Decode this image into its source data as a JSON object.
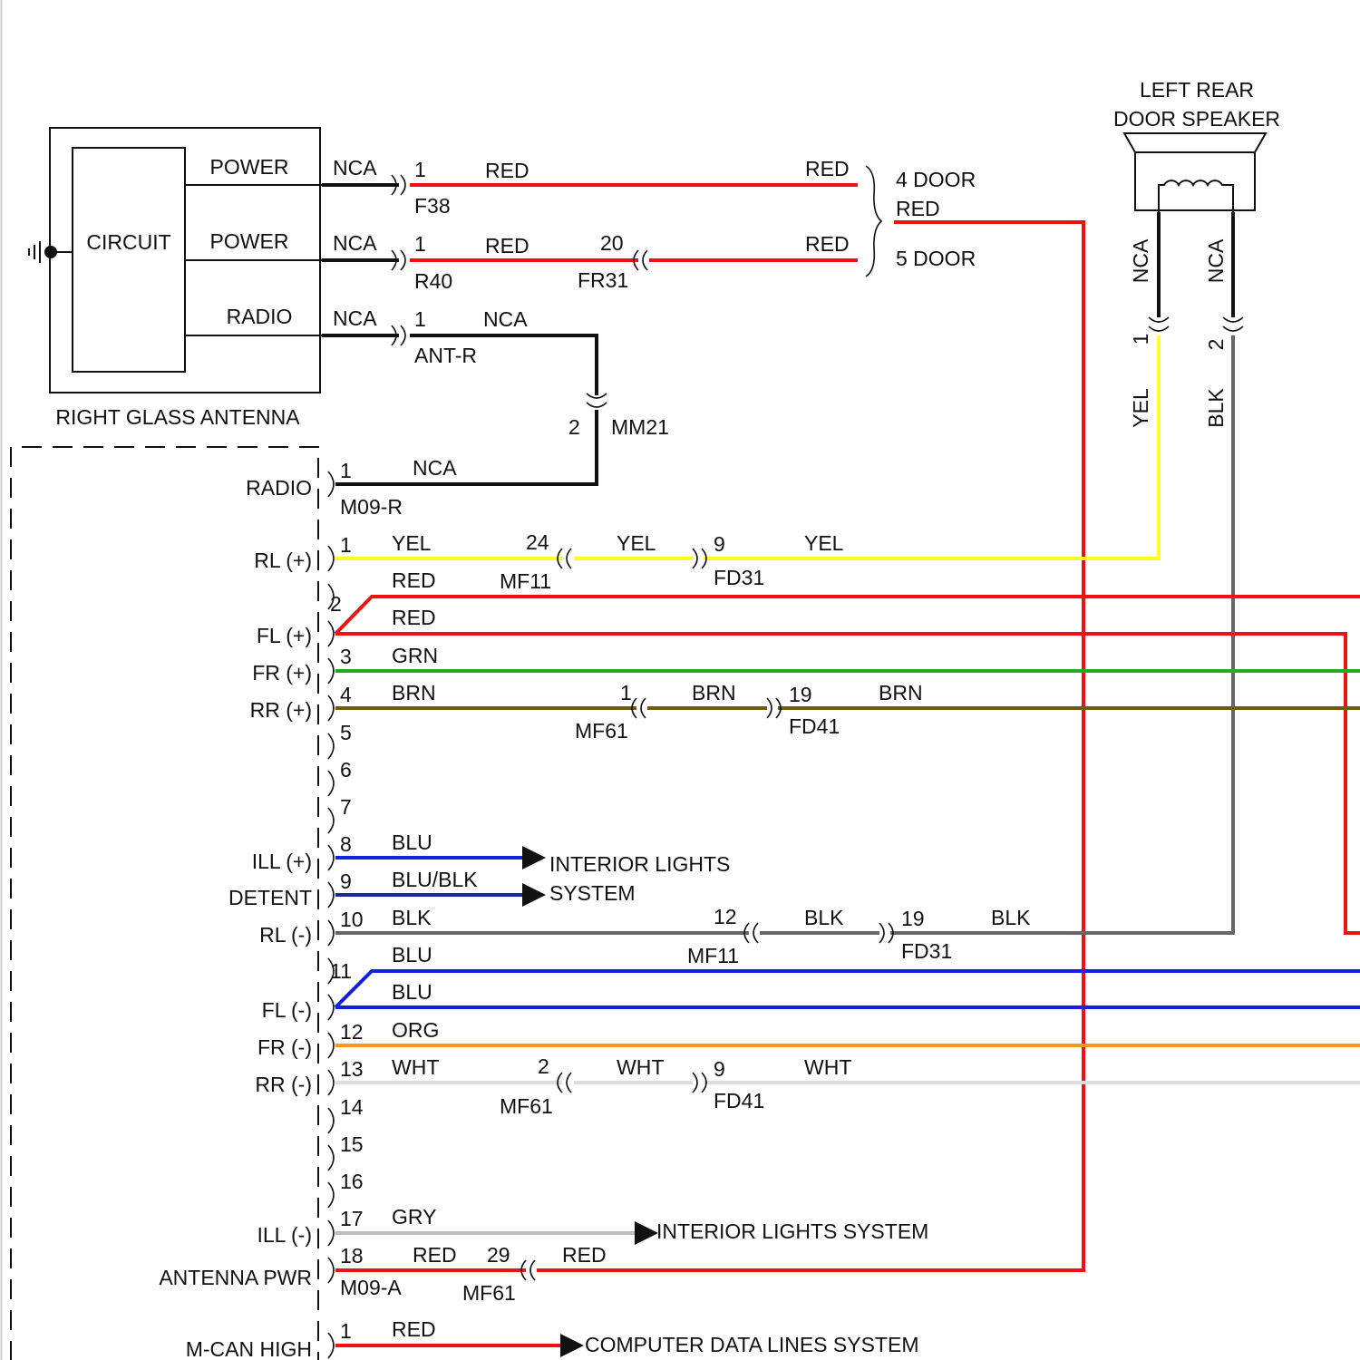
{
  "antenna": {
    "name": "RIGHT GLASS ANTENNA",
    "circuit": "CIRCUIT",
    "pins": [
      "POWER",
      "POWER",
      "RADIO"
    ],
    "wire_codes": [
      "NCA",
      "NCA",
      "NCA"
    ]
  },
  "connectors": {
    "f38": {
      "pin": "1",
      "name": "F38"
    },
    "r40": {
      "pin": "1",
      "name": "R40"
    },
    "fr31": {
      "pin": "20",
      "name": "FR31"
    },
    "antr": {
      "pin": "1",
      "name": "ANT-R"
    },
    "mm21": {
      "pin": "2",
      "name": "MM21"
    },
    "m09r": {
      "pin": "1",
      "name": "M09-R"
    },
    "mf11_a": {
      "pin": "24",
      "name": "MF11"
    },
    "fd31_a": {
      "pin": "9",
      "name": "FD31"
    },
    "mf61_a": {
      "pin": "1",
      "name": "MF61"
    },
    "fd41_a": {
      "pin": "19",
      "name": "FD41"
    },
    "mf11_b": {
      "pin": "12",
      "name": "MF11"
    },
    "fd31_b": {
      "pin": "19",
      "name": "FD31"
    },
    "mf61_b": {
      "pin": "2",
      "name": "MF61"
    },
    "fd41_b": {
      "pin": "9",
      "name": "FD41"
    },
    "mf61_c": {
      "pin": "29",
      "name": "MF61"
    },
    "m09a": {
      "pin": "18",
      "name": "M09-A"
    }
  },
  "wire_labels": {
    "power1_left": "RED",
    "power1_right": "RED",
    "power2_left": "RED",
    "power2_right": "RED",
    "radio_ant": "NCA",
    "radio_in": "NCA",
    "variant_4door": "4 DOOR",
    "variant_red": "RED",
    "variant_5door": "5 DOOR",
    "rl_pos_1": "YEL",
    "rl_pos_2": "YEL",
    "rl_pos_3": "YEL",
    "fl_pos_a": "RED",
    "fl_pos_b": "RED",
    "fr_pos": "GRN",
    "rr_pos_1": "BRN",
    "rr_pos_2": "BRN",
    "rr_pos_3": "BRN",
    "ill_pos": "BLU",
    "detent": "BLU/BLK",
    "rl_neg_1": "BLK",
    "rl_neg_2": "BLK",
    "rl_neg_3": "BLK",
    "fl_neg_a": "BLU",
    "fl_neg_b": "BLU",
    "fr_neg": "ORG",
    "rr_neg_1": "WHT",
    "rr_neg_2": "WHT",
    "rr_neg_3": "WHT",
    "ill_neg": "GRY",
    "ant_pwr_1": "RED",
    "ant_pwr_2": "RED",
    "mcan": "RED"
  },
  "speaker": {
    "title_line1": "LEFT REAR",
    "title_line2": "DOOR SPEAKER",
    "wire_codes": [
      "NCA",
      "NCA"
    ],
    "pins": [
      "1",
      "2"
    ],
    "wire_colors": [
      "YEL",
      "BLK"
    ]
  },
  "radio_pins": [
    {
      "pin": "1",
      "label": "RADIO"
    },
    {
      "pin": "1",
      "label": "RL (+)"
    },
    {
      "pin": "2",
      "label": ""
    },
    {
      "pin": "",
      "label": "FL (+)"
    },
    {
      "pin": "3",
      "label": "FR (+)"
    },
    {
      "pin": "4",
      "label": "RR (+)"
    },
    {
      "pin": "5",
      "label": ""
    },
    {
      "pin": "6",
      "label": ""
    },
    {
      "pin": "7",
      "label": ""
    },
    {
      "pin": "8",
      "label": "ILL (+)"
    },
    {
      "pin": "9",
      "label": "DETENT"
    },
    {
      "pin": "10",
      "label": "RL (-)"
    },
    {
      "pin": "11",
      "label": ""
    },
    {
      "pin": "",
      "label": "FL (-)"
    },
    {
      "pin": "12",
      "label": "FR (-)"
    },
    {
      "pin": "13",
      "label": "RR (-)"
    },
    {
      "pin": "14",
      "label": ""
    },
    {
      "pin": "15",
      "label": ""
    },
    {
      "pin": "16",
      "label": ""
    },
    {
      "pin": "17",
      "label": "ILL (-)"
    },
    {
      "pin": "18",
      "label": "ANTENNA PWR"
    },
    {
      "pin": "1",
      "label": "M-CAN HIGH"
    }
  ],
  "destinations": {
    "interior_lights_l1": "INTERIOR LIGHTS",
    "interior_lights_l2": "SYSTEM",
    "interior_lights_ill": "INTERIOR LIGHTS SYSTEM",
    "computer_data": "COMPUTER DATA LINES SYSTEM"
  },
  "colors": {
    "RED": "#ee1111",
    "YEL": "#ffff22",
    "GRN": "#22aa22",
    "BRN": "#6e5a12",
    "BLU": "#1122dd",
    "BLU_BLK": "#1a2a9a",
    "BLK": "#666666",
    "NCA": "#111111",
    "ORG": "#f39a1c",
    "WHT": "#dddddd",
    "GRY": "#bdbdbd"
  }
}
